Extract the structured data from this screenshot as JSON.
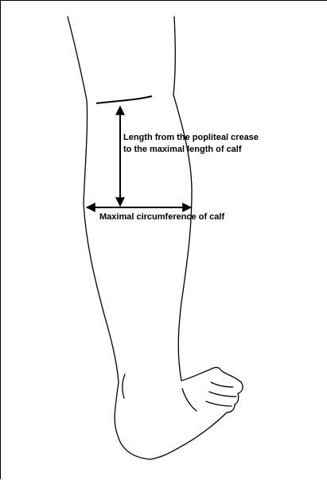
{
  "labels": {
    "length_line1": "Length from the popliteal crease",
    "length_line2": "to the maximal length of calf",
    "circumference": "Maximal circumference of calf"
  },
  "colors": {
    "line": "#000000",
    "background": "#ffffff"
  }
}
